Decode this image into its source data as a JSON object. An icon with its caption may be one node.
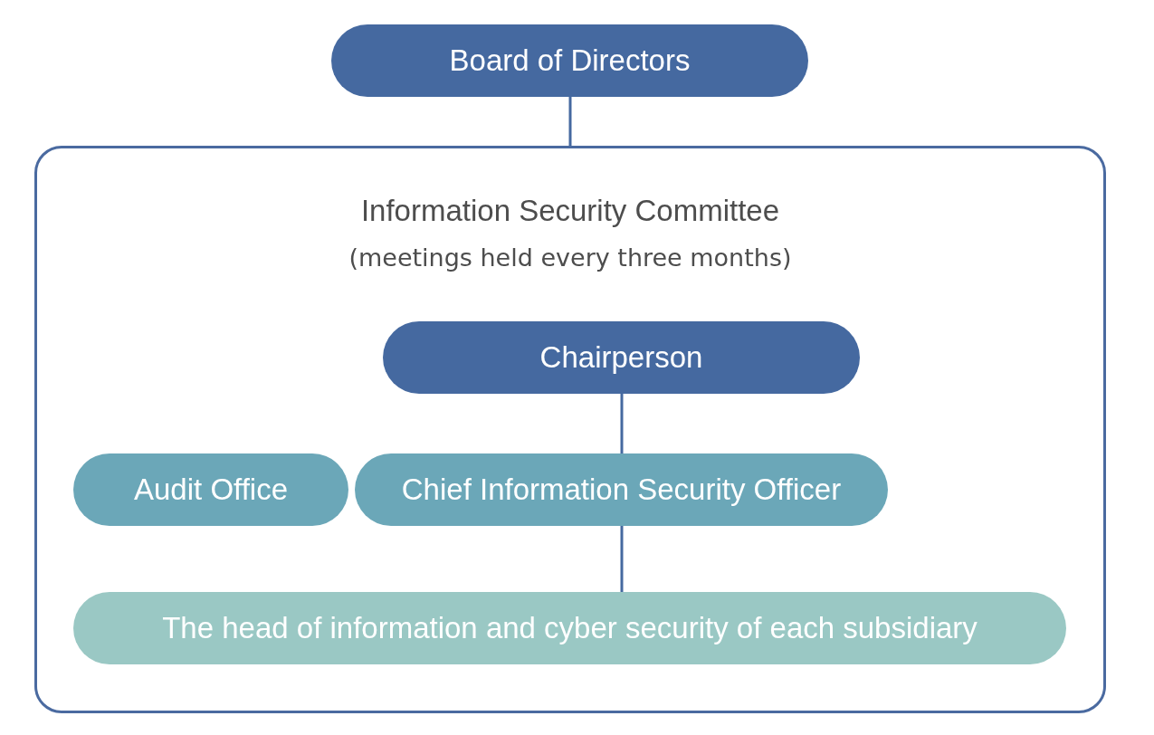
{
  "diagram": {
    "nodes": [
      {
        "text": [
          "Board of Directors"
        ]
      },
      {
        "text": [
          "Information Security Committee",
          "(meetings held every three months)"
        ]
      },
      {
        "text": [
          "Chairperson"
        ],
        "in": 1
      },
      {
        "text": [
          "Audit Office"
        ],
        "in": 1
      },
      {
        "text": [
          "Chief Information Security Officer"
        ],
        "in": 1
      },
      {
        "text": [
          "The head of information and cyber security of each subsidiary"
        ],
        "in": 1
      }
    ],
    "edges": [
      {
        "from": 0,
        "to": 1,
        "arrow": "none"
      },
      {
        "from": 2,
        "to": 4,
        "arrow": "none"
      },
      {
        "from": 4,
        "to": 5,
        "arrow": "none"
      }
    ]
  }
}
